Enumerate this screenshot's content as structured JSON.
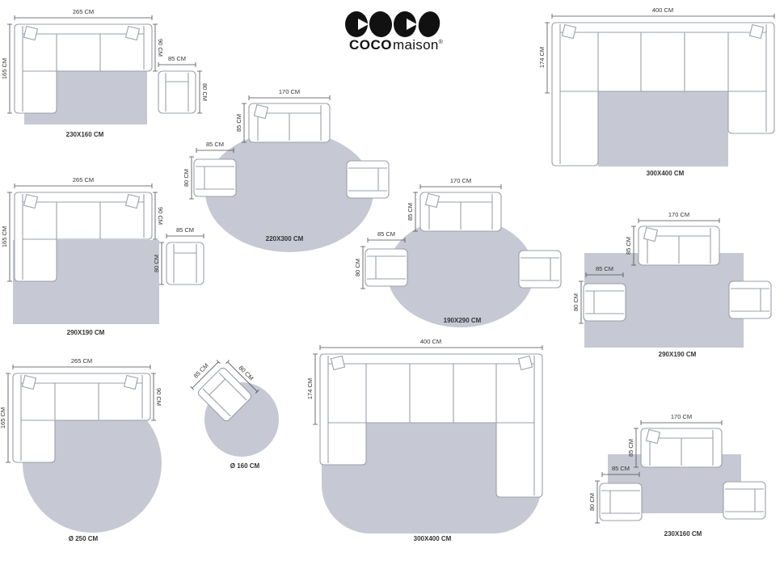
{
  "brand": {
    "coco": "COCO",
    "maison": "maison",
    "registered": "®"
  },
  "colors": {
    "rug": "#c6c8d4",
    "furniture_outline": "#9aa0a8",
    "dimension": "#4d4d4d"
  },
  "groups": {
    "cornerSofaTopLeft": {
      "width": "265 CM",
      "height": "165 CM",
      "depth": "90 CM",
      "rug": "230X160 CM"
    },
    "armchairTop": {
      "width": "85 CM",
      "depth": "80 CM"
    },
    "loungeOval": {
      "sofa_width": "170 CM",
      "sofa_depth": "85 CM",
      "chair_width": "85 CM",
      "chair_depth": "80 CM",
      "rug": "220X300 CM"
    },
    "uSofaTopRight": {
      "width": "400 CM",
      "height": "174 CM",
      "rug": "300X400 CM"
    },
    "cornerSofaMidLeft": {
      "width": "265 CM",
      "height": "165 CM",
      "depth": "90 CM",
      "rug": "290X190 CM"
    },
    "armchairMid": {
      "width": "85 CM",
      "depth": "80 CM"
    },
    "loungeRound": {
      "sofa_width": "170 CM",
      "sofa_depth": "85 CM",
      "chair_width": "85 CM",
      "chair_depth": "80 CM",
      "rug": "190X290 CM"
    },
    "loungeRectRight": {
      "sofa_width": "170 CM",
      "sofa_depth": "85 CM",
      "chair_width": "85 CM",
      "chair_depth": "80 CM",
      "rug": "290X190 CM"
    },
    "cornerSofaBottomLeft": {
      "width": "265 CM",
      "height": "165 CM",
      "depth": "90 CM",
      "rug": "Ø 250 CM"
    },
    "armchairRoundRug": {
      "width": "85 CM",
      "depth": "80 CM",
      "rug": "Ø 160 CM"
    },
    "uSofaBottom": {
      "width": "400 CM",
      "height": "174 CM",
      "rug": "300X400 CM"
    },
    "loungeRectBottomRight": {
      "sofa_width": "170 CM",
      "sofa_depth": "85 CM",
      "chair_width": "85 CM",
      "chair_depth": "80 CM",
      "rug": "230X160 CM"
    }
  }
}
